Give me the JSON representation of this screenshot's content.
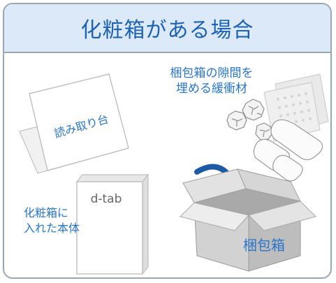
{
  "title": "化粧箱がある場合",
  "labels": {
    "cushioning_line1": "梱包箱の隙間を",
    "cushioning_line2": "埋める緩衝材",
    "reading_stand": "読み取り台",
    "device_box_line1": "化粧箱に",
    "device_box_line2": "入れた本体",
    "device_box_text": "d-tab",
    "shipping_box": "梱包箱"
  },
  "colors": {
    "accent_blue": "#1e63b3",
    "label_blue": "#2a75c9",
    "header_bg": "#dbe9f8",
    "arrow": "#1c5aa5"
  }
}
